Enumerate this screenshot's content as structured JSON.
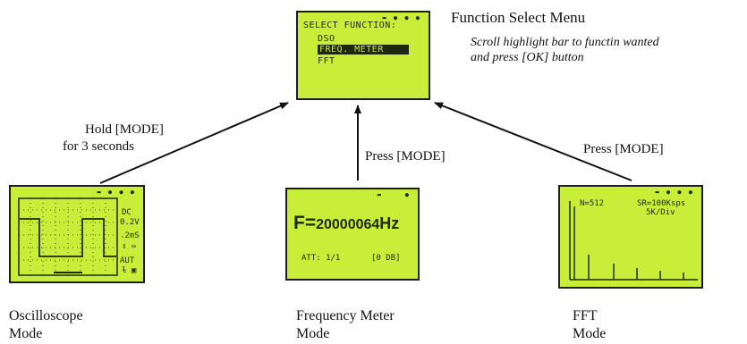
{
  "menu_screen": {
    "title": "SELECT FUNCTION:",
    "items": [
      "DSO",
      "FREQ. METER",
      "FFT"
    ],
    "highlighted_index": 1
  },
  "labels": {
    "function_select": "Function Select Menu",
    "scroll_note_line1": "Scroll highlight bar to functin wanted",
    "scroll_note_line2": "and press [OK] button",
    "hold_mode_line1": "Hold [MODE]",
    "hold_mode_line2": "for 3 seconds",
    "press_mode_center": "Press [MODE]",
    "press_mode_right": "Press [MODE]",
    "osc_line1": "Oscilloscope",
    "osc_line2": "Mode",
    "freq_line1": "Frequency Meter",
    "freq_line2": "Mode",
    "fft_line1": "FFT",
    "fft_line2": "Mode"
  },
  "osc_screen": {
    "coupling": "DC",
    "volts": "0.2V",
    "time": ".2mS",
    "trigger": "AUT"
  },
  "freq_screen": {
    "reading_prefix": "F=",
    "reading_value": "20000064",
    "reading_unit": "Hz",
    "att": "ATT: 1/1",
    "db": "[0 DB]"
  },
  "fft_screen": {
    "n": "N=512",
    "sr": "SR=100Ksps",
    "div": "5K/Div"
  },
  "colors": {
    "lcd": "#c8ee3a",
    "lcd_text": "#1a2a0a"
  }
}
